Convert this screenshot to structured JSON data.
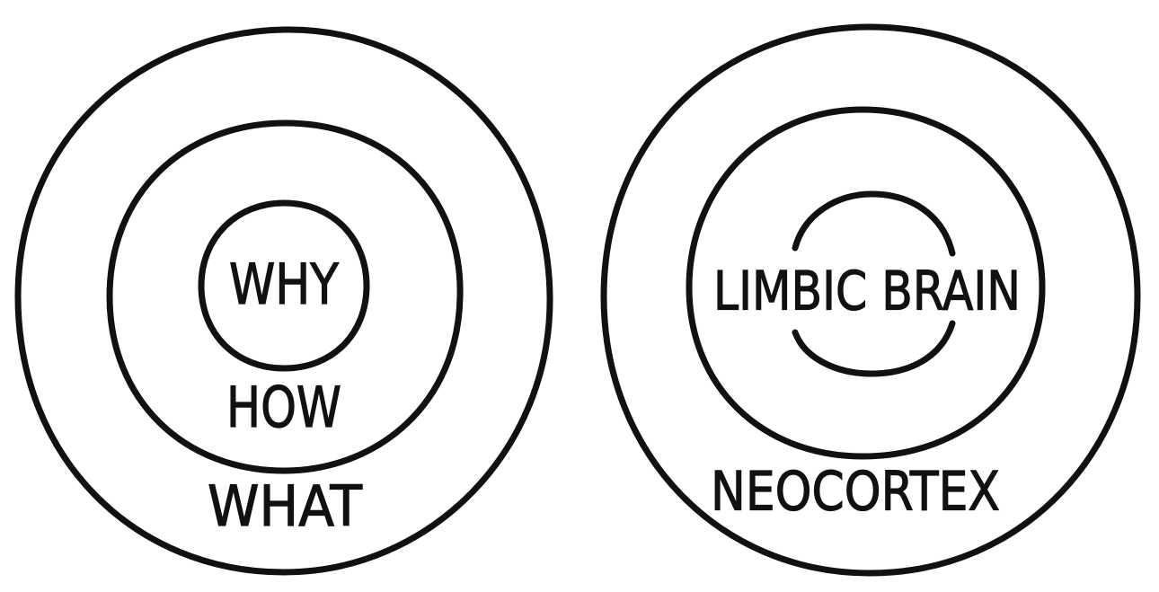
{
  "golden_circle": {
    "inner_label": "WHY",
    "middle_label": "HOW",
    "outer_label": "WHAT"
  },
  "brain_diagram": {
    "inner_label": "LIMBIC BRAIN",
    "outer_label": "NEOCORTEX"
  },
  "colors": {
    "ink": "#111111",
    "background": "#ffffff"
  }
}
